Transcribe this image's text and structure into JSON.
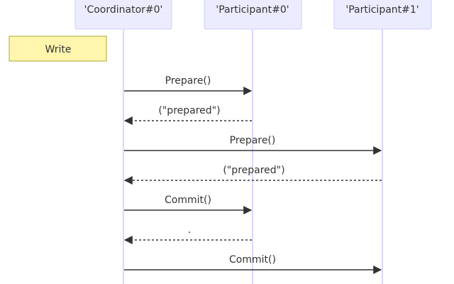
{
  "diagram": {
    "type": "sequence",
    "participants": [
      {
        "id": "c0",
        "label": "'Coordinator#0'"
      },
      {
        "id": "p0",
        "label": "'Participant#0'"
      },
      {
        "id": "p1",
        "label": "'Participant#1'"
      }
    ],
    "note": {
      "label": "Write"
    },
    "messages": [
      {
        "from": "c0",
        "to": "p0",
        "label": "Prepare()",
        "style": "solid"
      },
      {
        "from": "p0",
        "to": "c0",
        "label": "(\"prepared\")",
        "style": "dotted"
      },
      {
        "from": "c0",
        "to": "p1",
        "label": "Prepare()",
        "style": "solid"
      },
      {
        "from": "p1",
        "to": "c0",
        "label": "(\"prepared\")",
        "style": "dotted"
      },
      {
        "from": "c0",
        "to": "p0",
        "label": "Commit()",
        "style": "solid"
      },
      {
        "from": "p0",
        "to": "c0",
        "label": ".",
        "style": "dotted"
      },
      {
        "from": "c0",
        "to": "p1",
        "label": "Commit()",
        "style": "solid"
      }
    ]
  }
}
